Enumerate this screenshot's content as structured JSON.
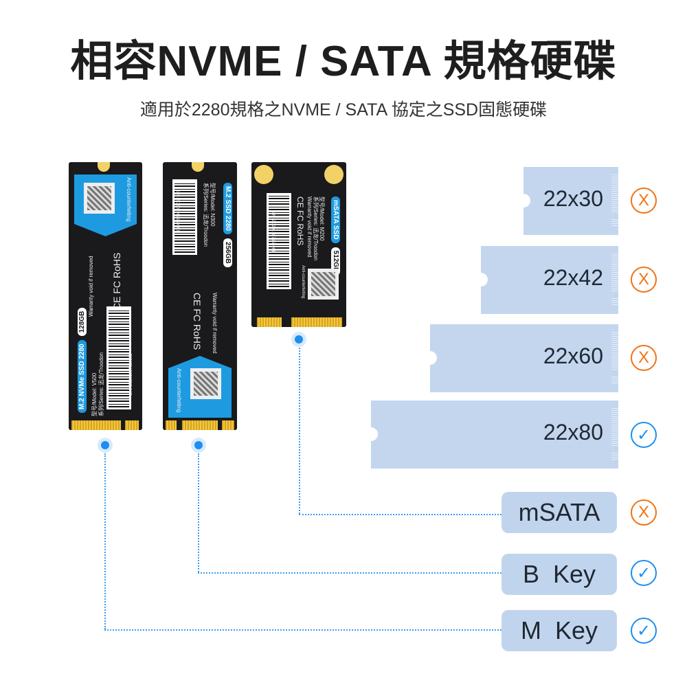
{
  "title": "相容NVME / SATA 規格硬碟",
  "subtitle": "適用於2280規格之NVME / SATA 協定之SSD固態硬碟",
  "drives": [
    {
      "type": "M.2 NVMe SSD 2280",
      "capacity": "128GB",
      "model": "型号/Model: V500",
      "series": "系列/Series: 迅龙/Troodon",
      "sn": "S/N: ZC201907150001",
      "warranty": "Warranty void if removed",
      "anti": "Anti-counterfeiting",
      "certs": "CE FC RoHS"
    },
    {
      "type": "M.2 SSD 2280",
      "capacity": "256GB",
      "model": "型号/Model: N300",
      "series": "系列/Series: 迅龙/Troodon",
      "sn": "S/N: ZC201907150001",
      "warranty": "Warranty void if removed",
      "anti": "Anti-counterfeiting",
      "certs": "CE FC RoHS"
    },
    {
      "type": "mSATA SSD",
      "capacity": "512GB",
      "model": "型号/Model: M200",
      "series": "系列/Series: 迅龙/Troodon",
      "sn": "S/N: ZC201907150001",
      "warranty": "Warranty void if removed",
      "anti": "Anti-counterfeiting",
      "certs": "CE FC RoHS"
    }
  ],
  "sizes": [
    {
      "label": "22x30",
      "compatible": false
    },
    {
      "label": "22x42",
      "compatible": false
    },
    {
      "label": "22x60",
      "compatible": false
    },
    {
      "label": "22x80",
      "compatible": true
    }
  ],
  "keys": [
    {
      "label": "mSATA",
      "compatible": false
    },
    {
      "label": "B  Key",
      "compatible": true
    },
    {
      "label": "M  Key",
      "compatible": true
    }
  ],
  "icons": {
    "no": "X",
    "yes": "✓"
  },
  "colors": {
    "accent": "#1e8ef0",
    "no": "#f07313",
    "block": "#c3d6ee"
  }
}
